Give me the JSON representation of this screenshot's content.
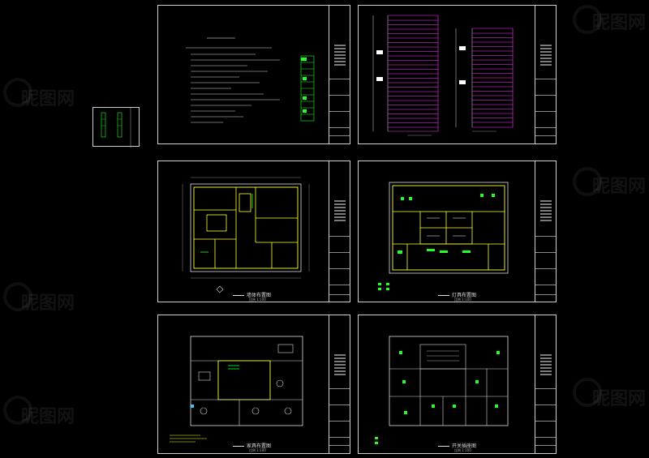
{
  "sheets": {
    "plan_floor_title": "墙体布置图",
    "plan_ceiling_title": "灯具布置图",
    "plan_furniture_title": "家具布置图",
    "plan_socket_title": "开关插座图",
    "scale_text": "比例 1:100"
  },
  "watermarks": {
    "brand": "昵图网",
    "count": 6
  },
  "colors": {
    "background": "#000000",
    "sheet_border": "#cfcfcf",
    "wall": "#ffff33",
    "line": "#d8d8d8",
    "green": "#22ff22",
    "magenta": "#ff33ff",
    "cyan": "#33ffff"
  }
}
